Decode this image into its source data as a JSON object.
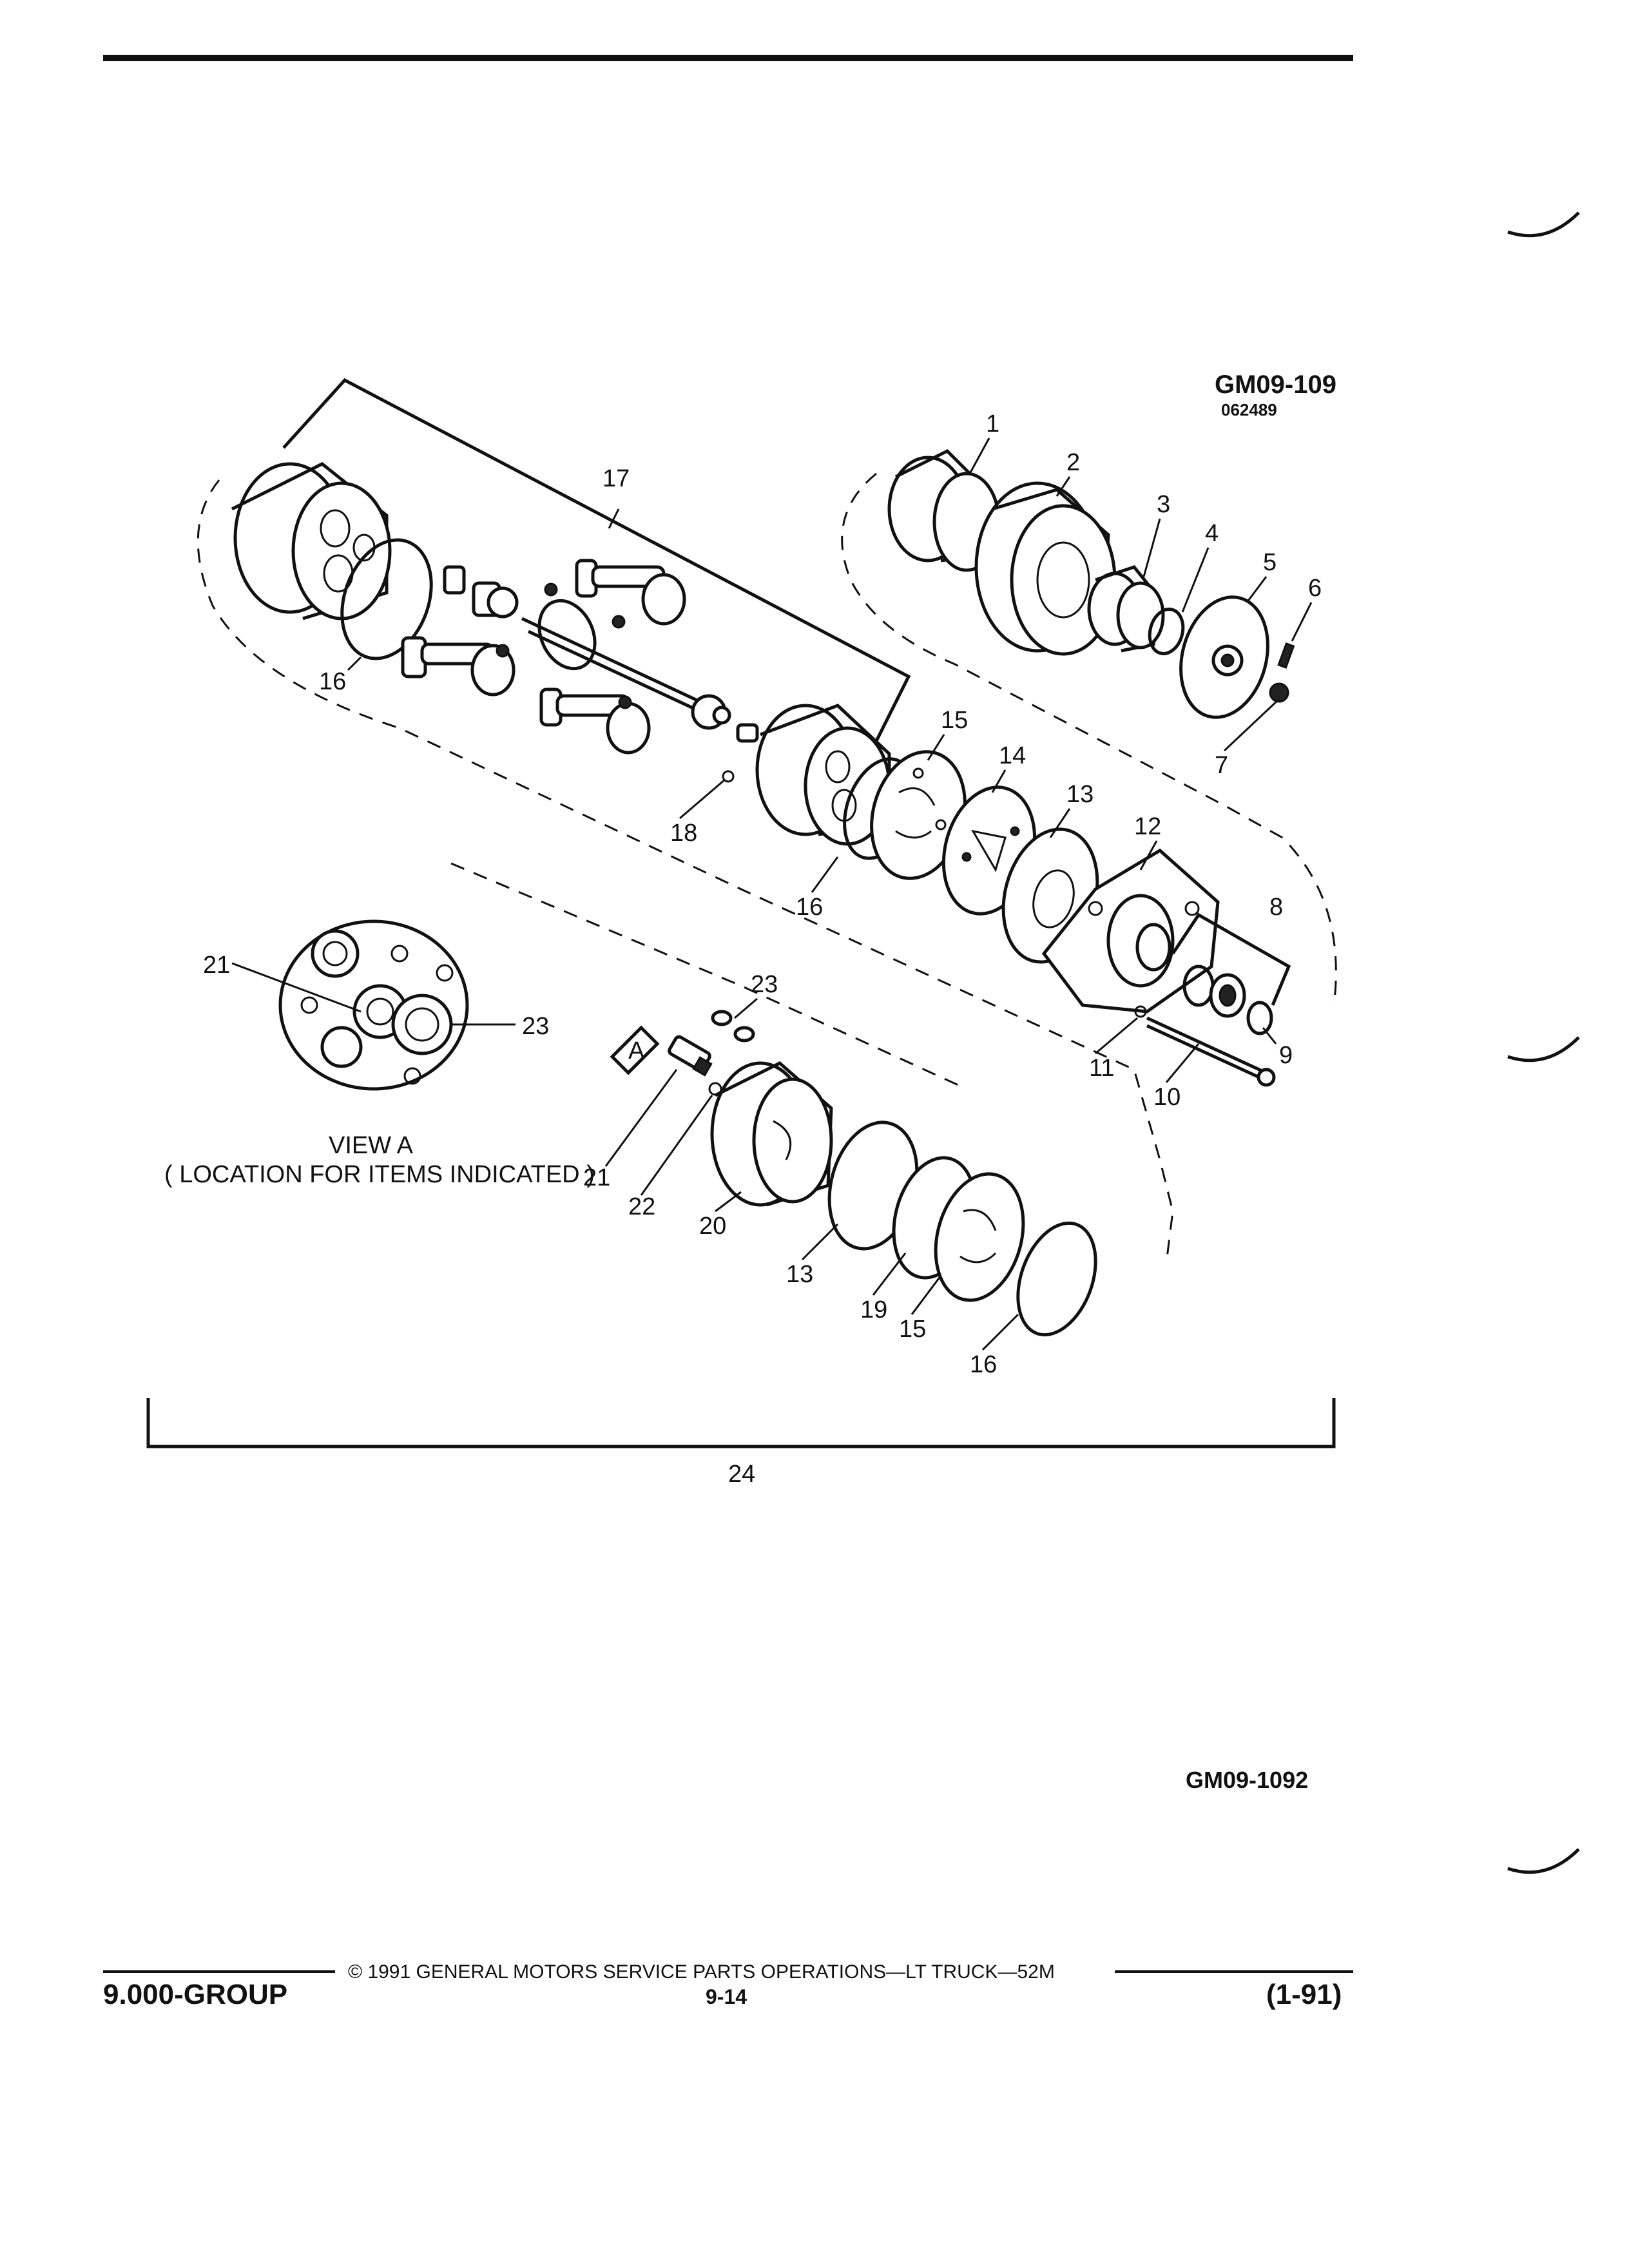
{
  "figure": {
    "code_top": "GM09-109",
    "date_code": "062489",
    "code_bottom": "GM09-1092",
    "view_title": "VIEW A",
    "view_subtitle": "( LOCATION FOR ITEMS INDICATED )",
    "view_marker": "A"
  },
  "callouts": {
    "c1": "1",
    "c2": "2",
    "c3": "3",
    "c4": "4",
    "c5": "5",
    "c6": "6",
    "c7": "7",
    "c8": "8",
    "c9": "9",
    "c10": "10",
    "c11": "11",
    "c12": "12",
    "c13a": "13",
    "c13b": "13",
    "c14": "14",
    "c15a": "15",
    "c15b": "15",
    "c16a": "16",
    "c16b": "16",
    "c16c": "16",
    "c17": "17",
    "c18": "18",
    "c19": "19",
    "c20": "20",
    "c21a": "21",
    "c21b": "21",
    "c22": "22",
    "c23a": "23",
    "c23b": "23",
    "c24": "24"
  },
  "footer": {
    "group": "9.000-GROUP",
    "copyright": "© 1991 GENERAL MOTORS SERVICE PARTS OPERATIONS—LT TRUCK—52M",
    "page_number": "9-14",
    "revision": "(1-91)"
  }
}
